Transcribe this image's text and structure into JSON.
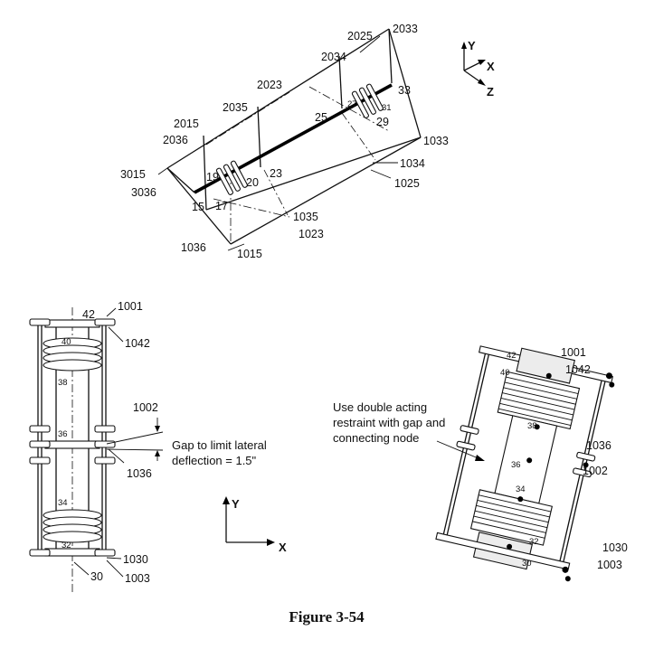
{
  "caption": "Figure 3-54",
  "iso_view": {
    "axes": {
      "y": "Y",
      "x": "X",
      "z": "Z"
    },
    "node_labels": {
      "n2033": "2033",
      "n2025": "2025",
      "n2034": "2034",
      "n2023": "2023",
      "n2035": "2035",
      "n2015": "2015",
      "n2036": "2036",
      "n3015": "3015",
      "n3036": "3036",
      "n33": "33",
      "n27": "27",
      "n31": "31",
      "n25": "25",
      "n29": "29",
      "n1033": "1033",
      "n1034": "1034",
      "n1025": "1025",
      "n19": "19",
      "n23": "23",
      "n20": "20",
      "n15": "15",
      "n17": "17",
      "n1035": "1035",
      "n1023": "1023",
      "n1036": "1036",
      "n1015": "1015"
    }
  },
  "front_view": {
    "node_labels": {
      "n42": "42",
      "n1001": "1001",
      "n1042": "1042",
      "n40": "40",
      "n38": "38",
      "n1002": "1002",
      "n36": "36",
      "n1036": "1036",
      "n34": "34",
      "n32": "32",
      "n1030": "1030",
      "n30": "30",
      "n1003": "1003"
    },
    "gap_note": [
      "Gap to limit lateral",
      "deflection = 1.5\""
    ],
    "axes": {
      "y": "Y",
      "x": "X"
    }
  },
  "detail_view": {
    "node_labels": {
      "n42": "42",
      "n1001": "1001",
      "n40": "40",
      "n1042": "1042",
      "n38": "38",
      "n36": "36",
      "n1036": "1036",
      "n1002": "1002",
      "n34": "34",
      "n32": "32",
      "n1030": "1030",
      "n30": "30",
      "n1003": "1003"
    },
    "note": [
      "Use double acting",
      "restraint with gap and",
      "connecting node"
    ]
  }
}
